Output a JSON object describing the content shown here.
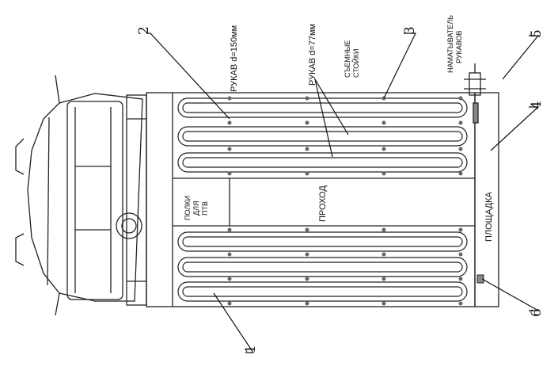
{
  "labels": {
    "hose_150": "РУКАВ d=150мм",
    "hose_77": "РУКАВ d=77мм",
    "removable_posts_1": "СЪЕМНЫЕ",
    "removable_posts_2": "СТОЙКИ",
    "hose_reel_1": "НАМАТЫВАТЕЛЬ",
    "hose_reel_2": "РУКАВОВ",
    "shelves_1": "ПОЛКИ",
    "shelves_2": "ДЛЯ",
    "shelves_3": "ПТВ",
    "passage": "ПРОХОД",
    "platform": "ПЛОЩАДКА"
  },
  "callouts": [
    "1",
    "2",
    "3",
    "4",
    "5",
    "6"
  ]
}
